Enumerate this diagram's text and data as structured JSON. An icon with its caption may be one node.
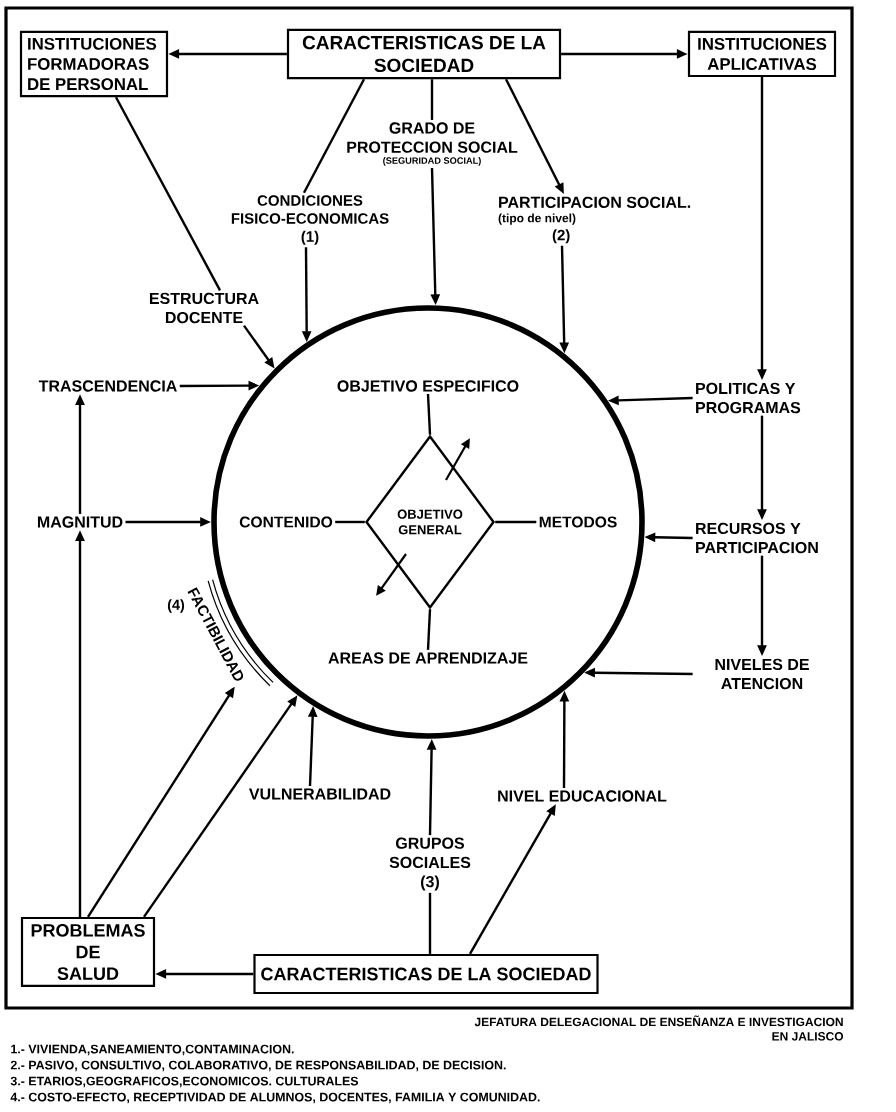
{
  "diagram": {
    "nodes": [
      {
        "text": [
          "INSTITUCIONES FORMADORAS DE PERSONAL"
        ]
      },
      {
        "text": [
          "CARACTERISTICAS DE LA SOCIEDAD"
        ]
      },
      {
        "text": [
          "INSTITUCIONES APLICATIVAS"
        ]
      },
      {
        "text": [
          "GRADO DE PROTECCION SOCIAL",
          "(SEGURIDAD SOCIAL)"
        ]
      },
      {
        "text": [
          "CONDICIONES FISICO-ECONOMICAS",
          "(1)"
        ]
      },
      {
        "text": [
          "PARTICIPACION SOCIAL.",
          "(tipo de nivel)",
          "(2)"
        ]
      },
      {
        "text": [
          "ESTRUCTURA DOCENTE"
        ]
      },
      {
        "text": [
          "TRASCENDENCIA"
        ]
      },
      {
        "text": [
          "POLITICAS Y PROGRAMAS"
        ]
      },
      {
        "text": [],
        "shape": "circle"
      },
      {
        "text": [
          "OBJETIVO ESPECIFICO"
        ],
        "in": 9
      },
      {
        "text": [
          "CONTENIDO"
        ],
        "in": 9
      },
      {
        "text": [
          "OBJETIVO GENERAL"
        ],
        "in": 9
      },
      {
        "text": [
          "METODOS"
        ],
        "in": 9
      },
      {
        "text": [
          "AREAS DE APRENDIZAJE"
        ],
        "in": 9
      },
      {
        "text": [
          "MAGNITUD"
        ]
      },
      {
        "text": [
          "RECURSOS Y PARTICIPACION"
        ]
      },
      {
        "text": [
          "FACTIBILIDAD",
          "(4)"
        ]
      },
      {
        "text": [
          "NIVELES DE ATENCION"
        ]
      },
      {
        "text": [
          "VULNERABILIDAD"
        ]
      },
      {
        "text": [
          "NIVEL EDUCACIONAL"
        ]
      },
      {
        "text": [
          "GRUPOS SOCIALES",
          "(3)"
        ]
      },
      {
        "text": [
          "PROBLEMAS DE SALUD"
        ]
      },
      {
        "text": [
          "CARACTERISTICAS DE LA SOCIEDAD"
        ]
      }
    ],
    "edges": [
      {
        "from": 1,
        "to": 0,
        "arrow": "to"
      },
      {
        "from": 1,
        "to": 2,
        "arrow": "to"
      },
      {
        "from": 1,
        "to": 4,
        "arrow": "none"
      },
      {
        "from": 1,
        "to": 3,
        "arrow": "none"
      },
      {
        "from": 1,
        "to": 5,
        "arrow": "to"
      },
      {
        "from": 0,
        "to": 6,
        "arrow": "none"
      },
      {
        "from": 6,
        "to": 9,
        "arrow": "to"
      },
      {
        "from": 4,
        "to": 9,
        "arrow": "to"
      },
      {
        "from": 3,
        "to": 9,
        "arrow": "to"
      },
      {
        "from": 5,
        "to": 9,
        "arrow": "to"
      },
      {
        "from": 2,
        "to": 8,
        "arrow": "to"
      },
      {
        "from": 8,
        "to": 9,
        "arrow": "to"
      },
      {
        "from": 8,
        "to": 16,
        "arrow": "to"
      },
      {
        "from": 16,
        "to": 9,
        "arrow": "to"
      },
      {
        "from": 16,
        "to": 18,
        "arrow": "to"
      },
      {
        "from": 18,
        "to": 9,
        "arrow": "to"
      },
      {
        "from": 7,
        "to": 9,
        "arrow": "to"
      },
      {
        "from": 15,
        "to": 9,
        "arrow": "to"
      },
      {
        "from": 15,
        "to": 7,
        "arrow": "to"
      },
      {
        "from": 22,
        "to": 15,
        "arrow": "to"
      },
      {
        "from": 22,
        "to": 17,
        "arrow": "to"
      },
      {
        "from": 22,
        "to": 9,
        "arrow": "to"
      },
      {
        "from": 19,
        "to": 9,
        "arrow": "to"
      },
      {
        "from": 23,
        "to": 22,
        "arrow": "to"
      },
      {
        "from": 23,
        "to": 21,
        "arrow": "none"
      },
      {
        "from": 21,
        "to": 9,
        "arrow": "to"
      },
      {
        "from": 23,
        "to": 20,
        "arrow": "to"
      },
      {
        "from": 20,
        "to": 9,
        "arrow": "to"
      },
      {
        "from": 12,
        "to": 10,
        "arrow": "none"
      },
      {
        "from": 12,
        "to": 11,
        "arrow": "none"
      },
      {
        "from": 12,
        "to": 13,
        "arrow": "none"
      },
      {
        "from": 12,
        "to": 14,
        "arrow": "none"
      }
    ],
    "labels": [
      "JEFATURA DELEGACIONAL DE ENSEÑANZA E INVESTIGACION EN JALISCO",
      "1.- VIVIENDA,SANEAMIENTO,CONTAMINACION.",
      "2.- PASIVO, CONSULTIVO, COLABORATIVO, DE RESPONSABILIDAD, DE DECISION.",
      "3.- ETARIOS,GEOGRAFICOS,ECONOMICOS. CULTURALES",
      "4.- COSTO-EFECTO, RECEPTIVIDAD DE ALUMNOS, DOCENTES, FAMILIA Y COMUNIDAD."
    ]
  }
}
